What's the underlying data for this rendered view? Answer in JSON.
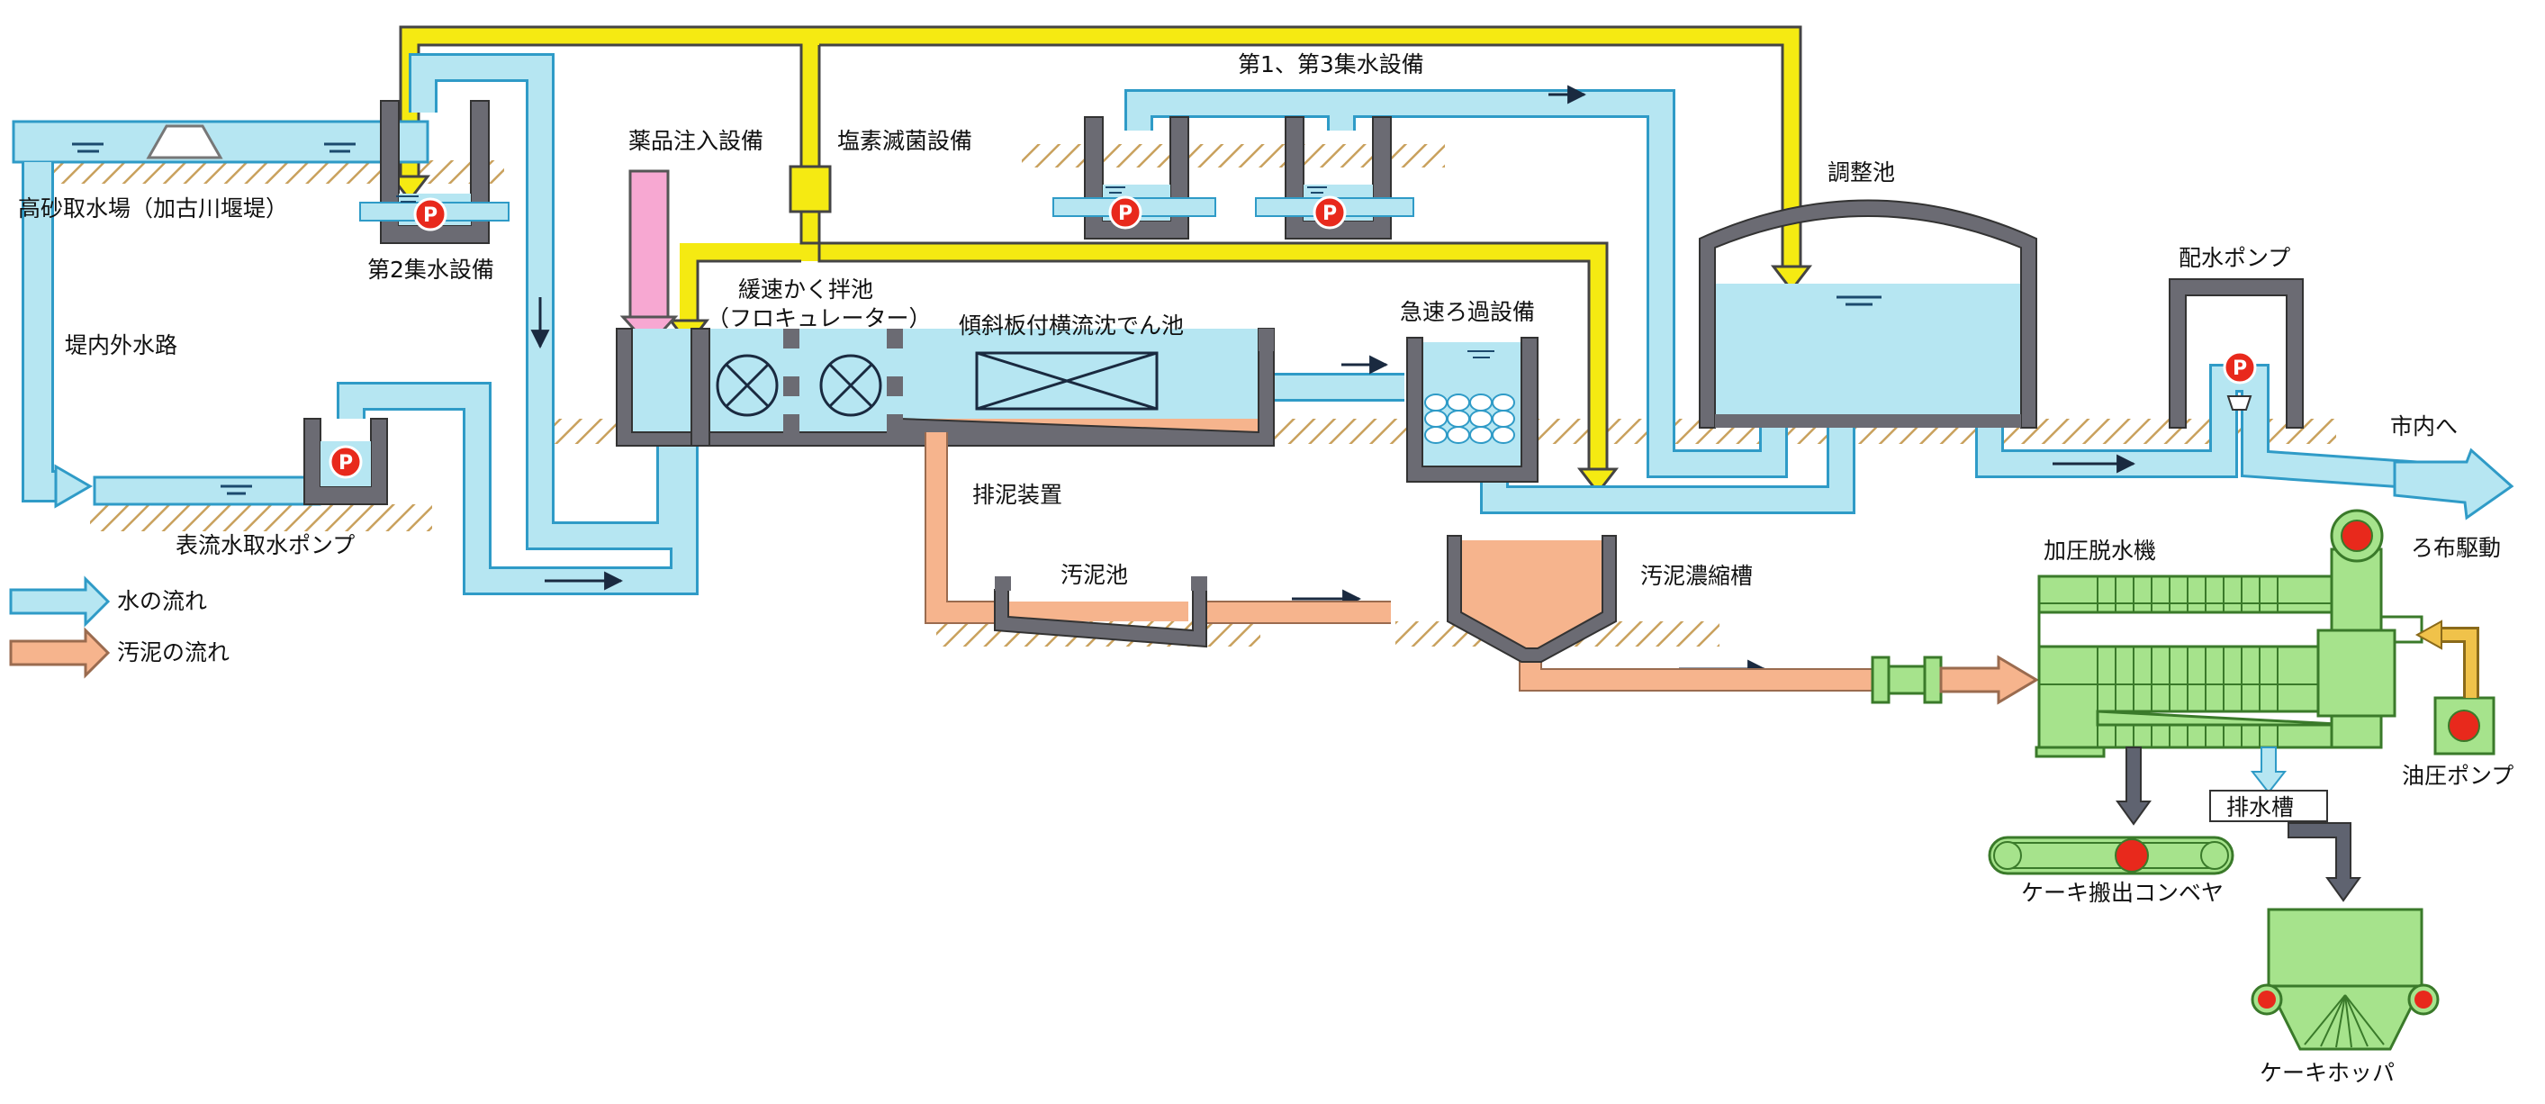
{
  "labels": {
    "takasago_intake": "高砂取水場（加古川堰堤）",
    "no2_collection": "第2集水設備",
    "levee_channel": "堤内外水路",
    "surface_pump": "表流水取水ポンプ",
    "chemical_injection": "薬品注入設備",
    "chlorination": "塩素滅菌設備",
    "no1_no3_collection": "第1、第3集水設備",
    "flocculator_line1": "緩速かく拌池",
    "flocculator_line2": "（フロキュレーター）",
    "sedimentation": "傾斜板付横流沈でん池",
    "rapid_filter": "急速ろ過設備",
    "adjustment_tank": "調整池",
    "distribution_pump": "配水ポンプ",
    "to_city": "市内へ",
    "sludge_discharge": "排泥装置",
    "sludge_pond": "汚泥池",
    "sludge_thickener": "汚泥濃縮槽",
    "press_dehydrator": "加圧脱水機",
    "cloth_drive": "ろ布駆動",
    "hydraulic_pump": "油圧ポンプ",
    "drain_tank": "排水槽",
    "cake_conveyor": "ケーキ搬出コンベヤ",
    "cake_hopper": "ケーキホッパ",
    "pump_symbol": "P"
  },
  "legend": {
    "water_flow": "水の流れ",
    "sludge_flow": "汚泥の流れ"
  },
  "colors": {
    "water": "#b6e6f2",
    "water_stroke": "#2f9bc7",
    "sludge": "#f6b48d",
    "chemical_line": "#f5ea12",
    "concrete": "#6b6b73",
    "machine": "#a6e38c",
    "pump": "#e8291c",
    "pink": "#f7a8d2",
    "ground": "#c9a15d"
  }
}
